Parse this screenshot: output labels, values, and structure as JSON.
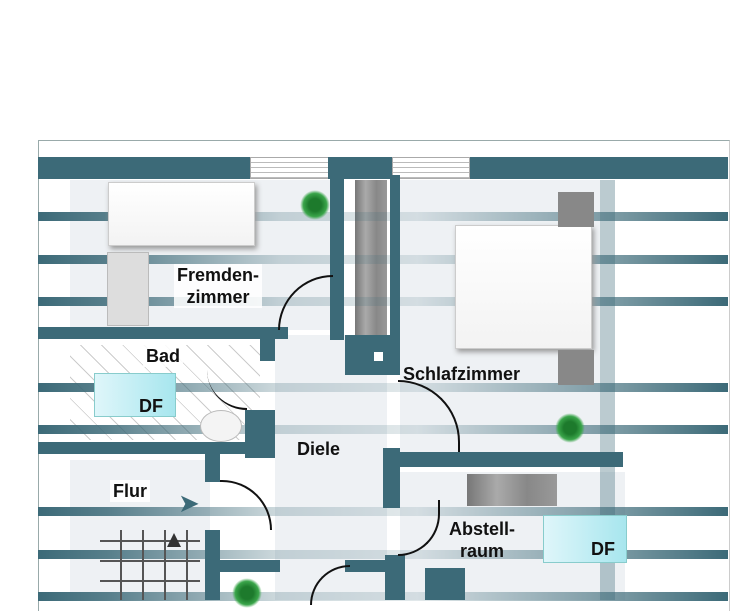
{
  "plan": {
    "rooms": {
      "guest_room": "Fremden-\nzimmer",
      "guest_room_line1": "Fremden-",
      "guest_room_line2": "zimmer",
      "bath": "Bad",
      "bedroom": "Schlafzimmer",
      "hall": "Diele",
      "corridor": "Flur",
      "storage_line1": "Abstell-",
      "storage_line2": "raum"
    },
    "marks": {
      "bath_df": "DF",
      "storage_df": "DF"
    },
    "colors": {
      "wall": "#3c6a78",
      "floor": "#eef1f4",
      "roof_window": "#a7e6ee"
    }
  }
}
